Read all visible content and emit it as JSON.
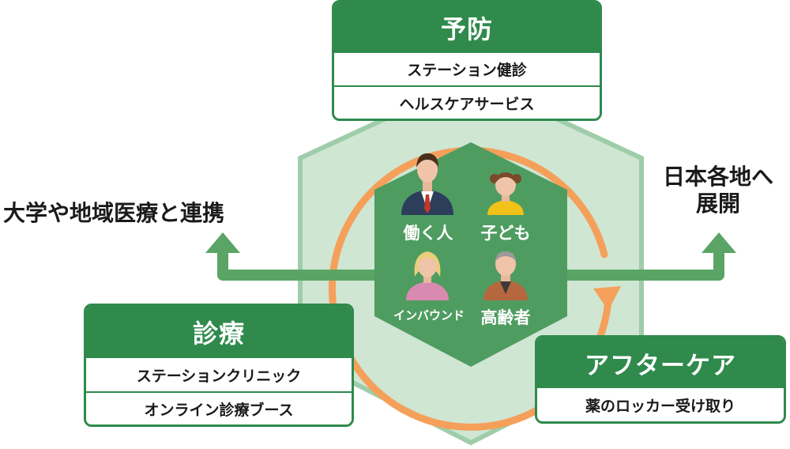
{
  "colors": {
    "accent_green": "#2f8a4c",
    "hex_outer": "#cfe6d3",
    "hex_outer_border": "#9fcca9",
    "hex_inner": "#4f9c61",
    "cycle_orange": "#f5a05a",
    "arrow_green": "#5aa565"
  },
  "prevention": {
    "title": "予防",
    "items": [
      "ステーション健診",
      "ヘルスケアサービス"
    ]
  },
  "treatment": {
    "title": "診療",
    "items": [
      "ステーションクリニック",
      "オンライン診療ブース"
    ]
  },
  "aftercare": {
    "title": "アフターケア",
    "items": [
      "薬のロッカー受け取り"
    ]
  },
  "left_label": "大学や地域医療と連携",
  "right_label": {
    "line1": "日本各地へ",
    "line2": "展開"
  },
  "people": [
    {
      "label": "働く人",
      "icon": "businessman-icon"
    },
    {
      "label": "子ども",
      "icon": "child-icon"
    },
    {
      "label": "インバウンド",
      "icon": "blonde-woman-icon"
    },
    {
      "label": "高齢者",
      "icon": "elderly-man-icon"
    }
  ]
}
